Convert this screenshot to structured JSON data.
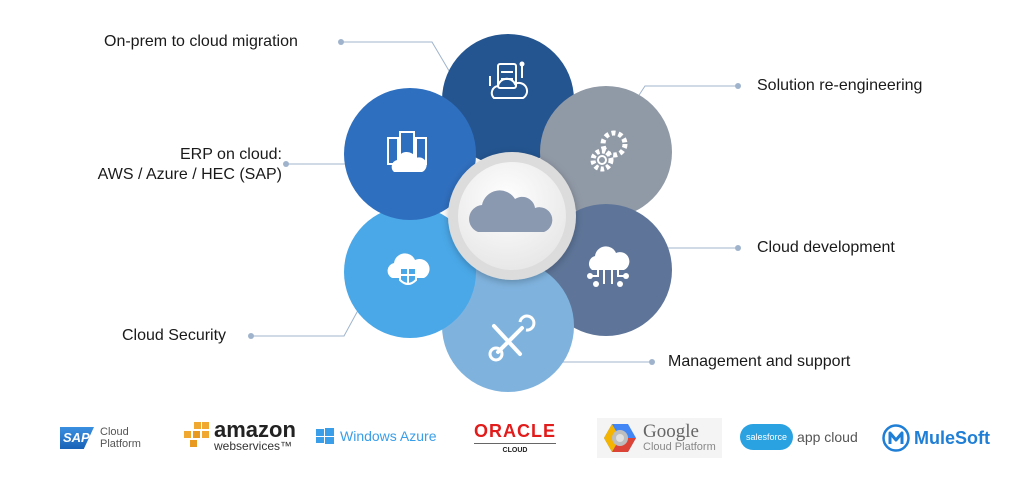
{
  "diagram": {
    "center": {
      "icon": "cloud-icon",
      "color": "#8a98b0"
    },
    "petals": [
      {
        "id": "top",
        "label": "On-prem to cloud migration",
        "icon": "server-cloud-migration-icon",
        "color": "#245590"
      },
      {
        "id": "upper-right",
        "label": "Solution re-engineering",
        "icon": "gears-icon",
        "color": "#9099a6"
      },
      {
        "id": "lower-right",
        "label": "Cloud development",
        "icon": "cloud-circuit-icon",
        "color": "#5e7599"
      },
      {
        "id": "bottom",
        "label": "Management and support",
        "icon": "wrench-screwdriver-icon",
        "color": "#7fb3de"
      },
      {
        "id": "lower-left",
        "label": "Cloud Security",
        "icon": "cloud-shield-icon",
        "color": "#4aa8e8"
      },
      {
        "id": "upper-left",
        "label_line1": "ERP on cloud:",
        "label_line2": "AWS / Azure / HEC (SAP)",
        "icon": "datacenter-cloud-icon",
        "color": "#2f6fbf"
      }
    ],
    "connector_color": "#9fb4cc"
  },
  "logos": {
    "sap": {
      "mark": "SAP",
      "line1": "Cloud",
      "line2": "Platform"
    },
    "aws": {
      "word": "amazon",
      "sub": "webservices™"
    },
    "azure": {
      "text": "Windows Azure"
    },
    "oracle": {
      "word": "ORACLE",
      "sub": "CLOUD"
    },
    "google": {
      "word": "Google",
      "sub": "Cloud Platform"
    },
    "salesforce": {
      "mark": "salesforce",
      "text": "app cloud"
    },
    "mulesoft": {
      "text": "MuleSoft"
    }
  }
}
